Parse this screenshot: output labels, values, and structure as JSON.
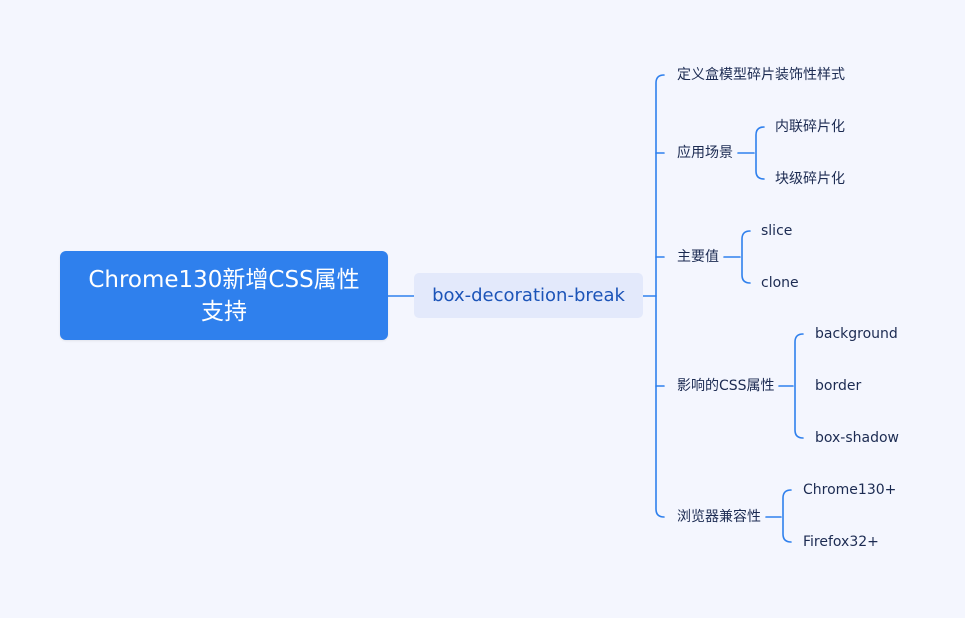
{
  "root": {
    "title": "Chrome130新增CSS属性支持"
  },
  "main_topic": {
    "label": "box-decoration-break"
  },
  "branches": [
    {
      "label": "定义盒模型碎片装饰性样式",
      "children": []
    },
    {
      "label": "应用场景",
      "children": [
        "内联碎片化",
        "块级碎片化"
      ]
    },
    {
      "label": "主要值",
      "children": [
        "slice",
        "clone"
      ]
    },
    {
      "label": "影响的CSS属性",
      "children": [
        "background",
        "border",
        "box-shadow"
      ]
    },
    {
      "label": "浏览器兼容性",
      "children": [
        "Chrome130+",
        "Firefox32+"
      ]
    }
  ],
  "colors": {
    "background": "#f4f6fe",
    "root_fill": "#2f80ed",
    "main_fill": "#e3e9fb",
    "line": "#2f80ed",
    "text": "#1c2b52"
  }
}
